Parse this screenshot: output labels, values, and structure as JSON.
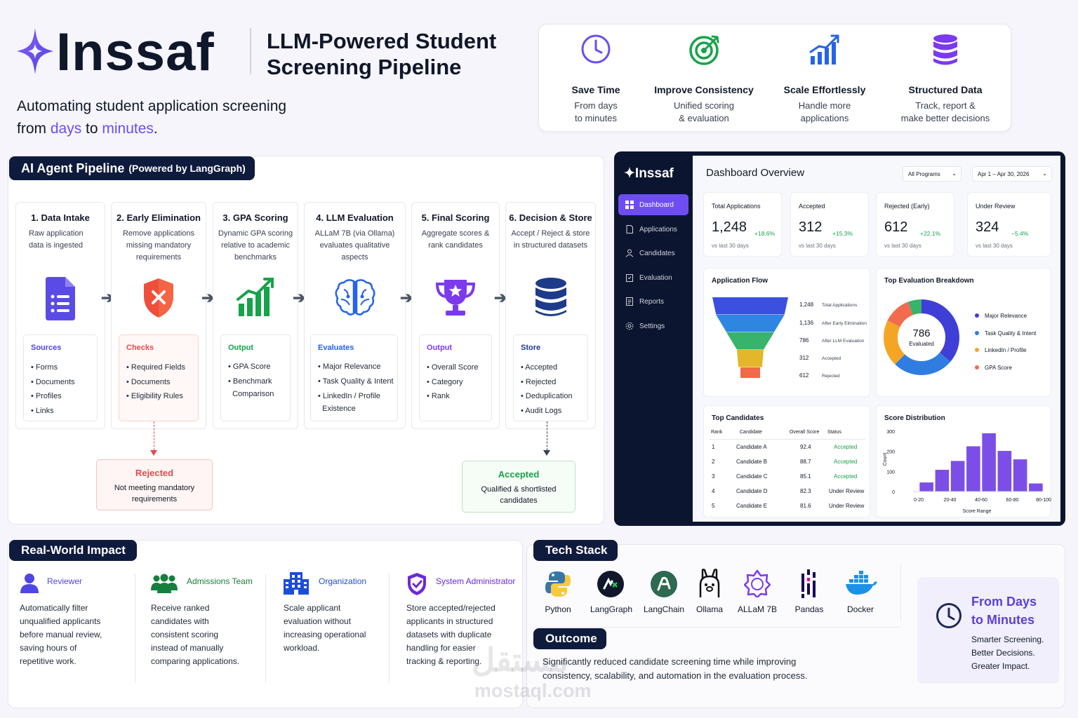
{
  "header": {
    "brand": "Inssaf",
    "title_line1": "LLM-Powered Student",
    "title_line2": "Screening Pipeline",
    "tagline_line1": "Automating student application screening",
    "tagline_from": "from ",
    "tagline_days": "days",
    "tagline_to": " to ",
    "tagline_minutes": "minutes",
    "tagline_period": "."
  },
  "benefits": [
    {
      "icon": "clock-icon",
      "title": "Save Time",
      "desc": "From days\nto minutes"
    },
    {
      "icon": "target-icon",
      "title": "Improve Consistency",
      "desc": "Unified scoring\n& evaluation"
    },
    {
      "icon": "growth-chart-icon",
      "title": "Scale Effortlessly",
      "desc": "Handle more\napplications"
    },
    {
      "icon": "database-icon",
      "title": "Structured Data",
      "desc": "Track, report &\nmake better decisions"
    }
  ],
  "pipeline": {
    "heading": "AI Agent Pipeline",
    "heading_sub": "(Powered by LangGraph)",
    "stages": [
      {
        "title": "1. Data Intake",
        "desc": "Raw application data is ingested",
        "icon": "document-icon",
        "box_title": "Sources",
        "box_color": "#4f46e5",
        "items": [
          "• Forms",
          "• Documents",
          "• Profiles",
          "• Links"
        ]
      },
      {
        "title": "2. Early Elimination",
        "desc": "Remove applications missing mandatory requirements",
        "icon": "shield-x-icon",
        "box_title": "Checks",
        "box_color": "#e5484d",
        "items": [
          "• Required Fields",
          "• Documents",
          "• Eligibility Rules"
        ]
      },
      {
        "title": "3. GPA Scoring",
        "desc": "Dynamic GPA scoring relative to academic benchmarks",
        "icon": "bar-growth-icon",
        "box_title": "Output",
        "box_color": "#16a34a",
        "items": [
          "• GPA Score",
          "• Benchmark",
          "  Comparison"
        ]
      },
      {
        "title": "4. LLM Evaluation",
        "desc": "ALLaM 7B (via Ollama) evaluates qualitative aspects",
        "icon": "brain-icon",
        "box_title": "Evaluates",
        "box_color": "#2563eb",
        "items": [
          "• Major Relevance",
          "• Task Quality & Intent",
          "• LinkedIn / Profile",
          "  Existence"
        ]
      },
      {
        "title": "5. Final Scoring",
        "desc": "Aggregate scores & rank candidates",
        "icon": "trophy-icon",
        "box_title": "Output",
        "box_color": "#7c3aed",
        "items": [
          "• Overall Score",
          "• Category",
          "• Rank"
        ]
      },
      {
        "title": "6. Decision & Store",
        "desc": "Accept / Reject & store in structured datasets",
        "icon": "database-icon",
        "box_title": "Store",
        "box_color": "#1e3a8a",
        "items": [
          "• Accepted",
          "• Rejected",
          "• Deduplication",
          "• Audit Logs"
        ]
      }
    ],
    "rejected": {
      "title": "Rejected",
      "desc": "Not meeting mandatory requirements"
    },
    "accepted": {
      "title": "Accepted",
      "desc": "Qualified & shortlisted candidates"
    }
  },
  "dashboard": {
    "brand": "Inssaf",
    "title": "Dashboard Overview",
    "filter_program": "All Programs",
    "filter_date": "Apr 1 – Apr 30, 2026",
    "nav": [
      "Dashboard",
      "Applications",
      "Candidates",
      "Evaluation",
      "Reports",
      "Settings"
    ],
    "stats": [
      {
        "label": "Total Applications",
        "value": "1,248",
        "delta": "+18.6%",
        "sub": "vs last 30 days"
      },
      {
        "label": "Accepted",
        "value": "312",
        "delta": "+15.3%",
        "sub": "vs last 30 days"
      },
      {
        "label": "Rejected (Early)",
        "value": "612",
        "delta": "+22.1%",
        "sub": "vs last 30 days"
      },
      {
        "label": "Under Review",
        "value": "324",
        "delta": "−5.4%",
        "sub": "vs last 30 days"
      }
    ],
    "flow_title": "Application Flow",
    "breakdown_title": "Top Evaluation Breakdown",
    "donut_center_value": "786",
    "donut_center_label": "Evaluated",
    "breakdown_legend": [
      {
        "label": "Major Relevance",
        "color": "#3f3fd8"
      },
      {
        "label": "Task Quality & Intent",
        "color": "#2f7de1"
      },
      {
        "label": "LinkedIn / Profile",
        "color": "#f5a524"
      },
      {
        "label": "GPA Score",
        "color": "#f26b4f"
      }
    ],
    "candidates_title": "Top Candidates",
    "candidates_headers": [
      "Rank",
      "Candidate",
      "Overall Score",
      "Status"
    ],
    "candidates": [
      {
        "rank": "1",
        "name": "Candidate A",
        "score": "92.4",
        "status": "Accepted"
      },
      {
        "rank": "2",
        "name": "Candidate B",
        "score": "88.7",
        "status": "Accepted"
      },
      {
        "rank": "3",
        "name": "Candidate C",
        "score": "85.1",
        "status": "Accepted"
      },
      {
        "rank": "4",
        "name": "Candidate D",
        "score": "82.3",
        "status": "Under Review"
      },
      {
        "rank": "5",
        "name": "Candidate E",
        "score": "81.6",
        "status": "Under Review"
      }
    ],
    "distribution_title": "Score Distribution"
  },
  "chart_data": [
    {
      "type": "bar",
      "title": "Application Flow",
      "categories": [
        "Total Applications",
        "After Early Elimination",
        "After LLM Evaluation",
        "Accepted",
        "Rejected"
      ],
      "values": [
        1248,
        1136,
        786,
        312,
        612
      ],
      "value_labels": [
        "1,248",
        "1,136",
        "786",
        "312",
        "612"
      ],
      "colors": [
        "#3b4fe0",
        "#2f86e0",
        "#37b36b",
        "#e3b72a",
        "#ef6a45"
      ]
    },
    {
      "type": "bar",
      "title": "Score Distribution",
      "xlabel": "Score Range",
      "ylabel": "Count",
      "categories": [
        "0-20",
        "20-40",
        "40-60",
        "60-80",
        "80-100"
      ],
      "x_tick_positions": [
        0,
        2,
        4,
        6,
        8
      ],
      "values": [
        45,
        108,
        152,
        225,
        290,
        202,
        160,
        40
      ],
      "ylim": [
        0,
        300
      ],
      "yticks": [
        0,
        100,
        200,
        300
      ],
      "color": "#7b4ee8"
    }
  ],
  "impact": {
    "heading": "Real-World Impact",
    "items": [
      {
        "icon": "user-icon",
        "title": "Reviewer",
        "color": "#4f46e5",
        "body": "Automatically filter\nunqualified applicants\nbefore manual review,\nsaving hours of\nrepetitive work."
      },
      {
        "icon": "team-icon",
        "title": "Admissions Team",
        "color": "#15803d",
        "body": "Receive ranked\ncandidates with\nconsistent scoring\ninstead of manually\ncomparing applications."
      },
      {
        "icon": "building-icon",
        "title": "Organization",
        "color": "#1d4ed8",
        "body": "Scale applicant\nevaluation without\nincreasing operational\nworkload."
      },
      {
        "icon": "shield-check-icon",
        "title": "System Administrator",
        "color": "#6d28d9",
        "body": "Store accepted/rejected\napplicants in structured\ndatasets with duplicate\nhandling for easier\ntracking & reporting."
      }
    ]
  },
  "tech": {
    "heading": "Tech Stack",
    "items": [
      "Python",
      "LangGraph",
      "LangChain",
      "Ollama",
      "ALLaM 7B",
      "Pandas",
      "Docker"
    ]
  },
  "outcome": {
    "heading": "Outcome",
    "text": "Significantly reduced candidate screening time while improving consistency, scalability, and automation in the evaluation process."
  },
  "promo": {
    "line1": "From Days",
    "line2": "to Minutes",
    "sub": "Smarter Screening.\nBetter Decisions.\nGreater Impact."
  },
  "watermark": {
    "arabic": "مستقل",
    "latin": "mostaql.com"
  }
}
